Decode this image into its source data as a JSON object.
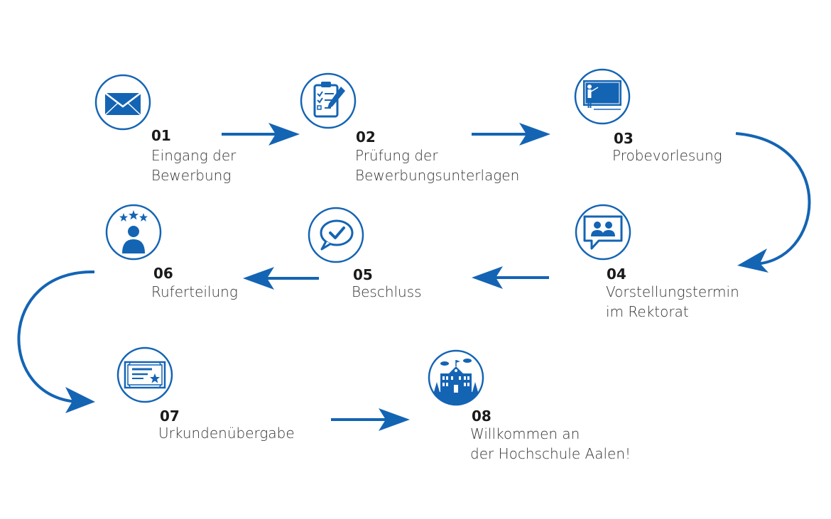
{
  "colors": {
    "accent": "#1464b4",
    "text": "#333333",
    "number": "#1a1a1a"
  },
  "steps": [
    {
      "number": "01",
      "lines": [
        "Eingang der",
        "Bewerbung"
      ],
      "icon": "envelope-icon"
    },
    {
      "number": "02",
      "lines": [
        "Prüfung der",
        "Bewerbungsunterlagen"
      ],
      "icon": "clipboard-checklist-icon"
    },
    {
      "number": "03",
      "lines": [
        "Probevorlesung"
      ],
      "icon": "presentation-board-icon"
    },
    {
      "number": "04",
      "lines": [
        "Vorstellungstermin",
        "im Rektorat"
      ],
      "icon": "speech-bubble-people-icon"
    },
    {
      "number": "05",
      "lines": [
        "Beschluss"
      ],
      "icon": "speech-bubble-check-icon"
    },
    {
      "number": "06",
      "lines": [
        "Ruferteilung"
      ],
      "icon": "person-stars-icon"
    },
    {
      "number": "07",
      "lines": [
        "Urkundenübergabe"
      ],
      "icon": "certificate-icon"
    },
    {
      "number": "08",
      "lines": [
        "Willkommen an",
        "der Hochschule Aalen!"
      ],
      "icon": "university-building-icon"
    }
  ]
}
